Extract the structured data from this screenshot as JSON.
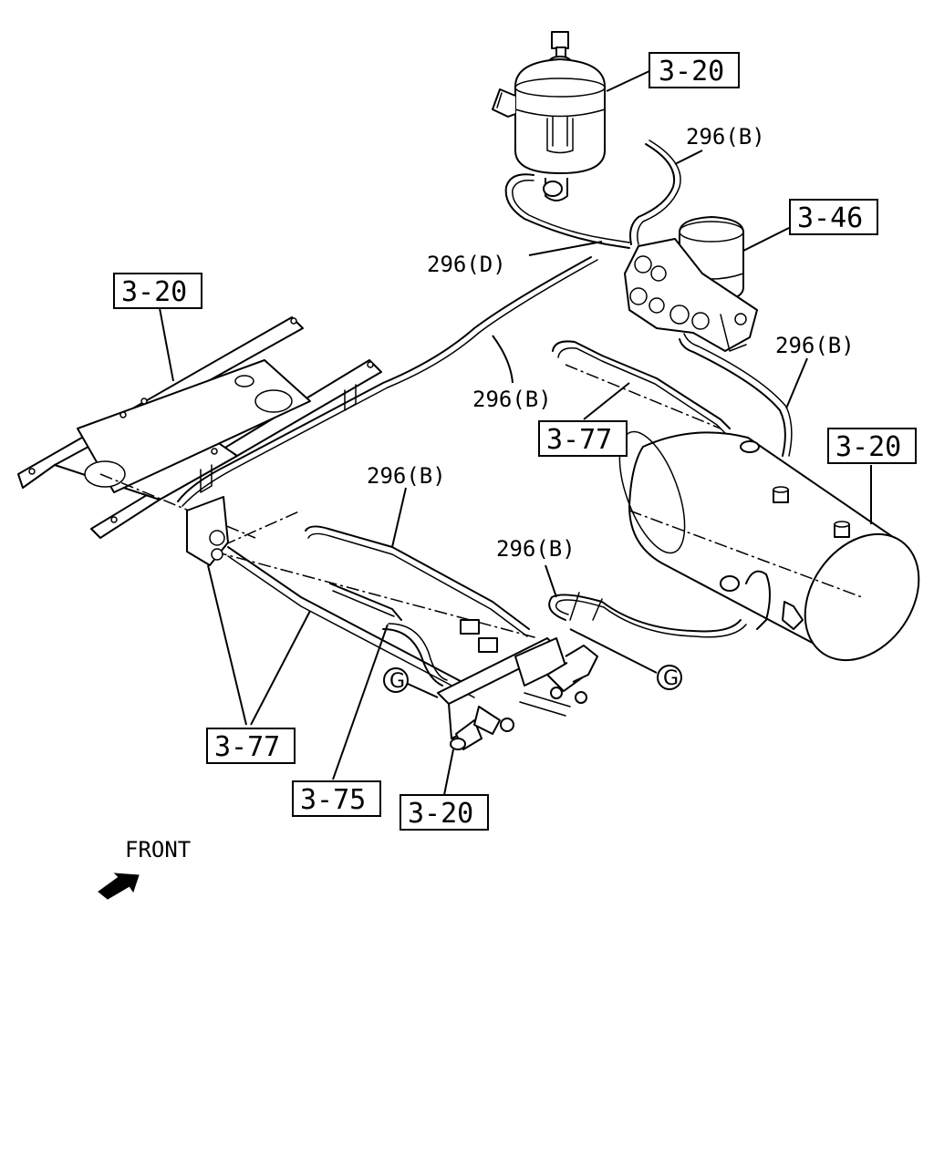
{
  "callouts": {
    "ref_3_20_top": "3-20",
    "ref_3_46": "3-46",
    "ref_3_20_left": "3-20",
    "ref_3_20_right": "3-20",
    "ref_3_77_mid": "3-77",
    "ref_3_77_bottom": "3-77",
    "ref_3_75": "3-75",
    "ref_3_20_bottom": "3-20"
  },
  "pipe_labels": {
    "p296b_top": "296(B)",
    "p296d": "296(D)",
    "p296b_mid": "296(B)",
    "p296b_right": "296(B)",
    "p296b_left": "296(B)",
    "p296b_lower": "296(B)"
  },
  "connectors": {
    "g_left": "G",
    "g_right": "G"
  },
  "direction": {
    "front": "FRONT"
  }
}
